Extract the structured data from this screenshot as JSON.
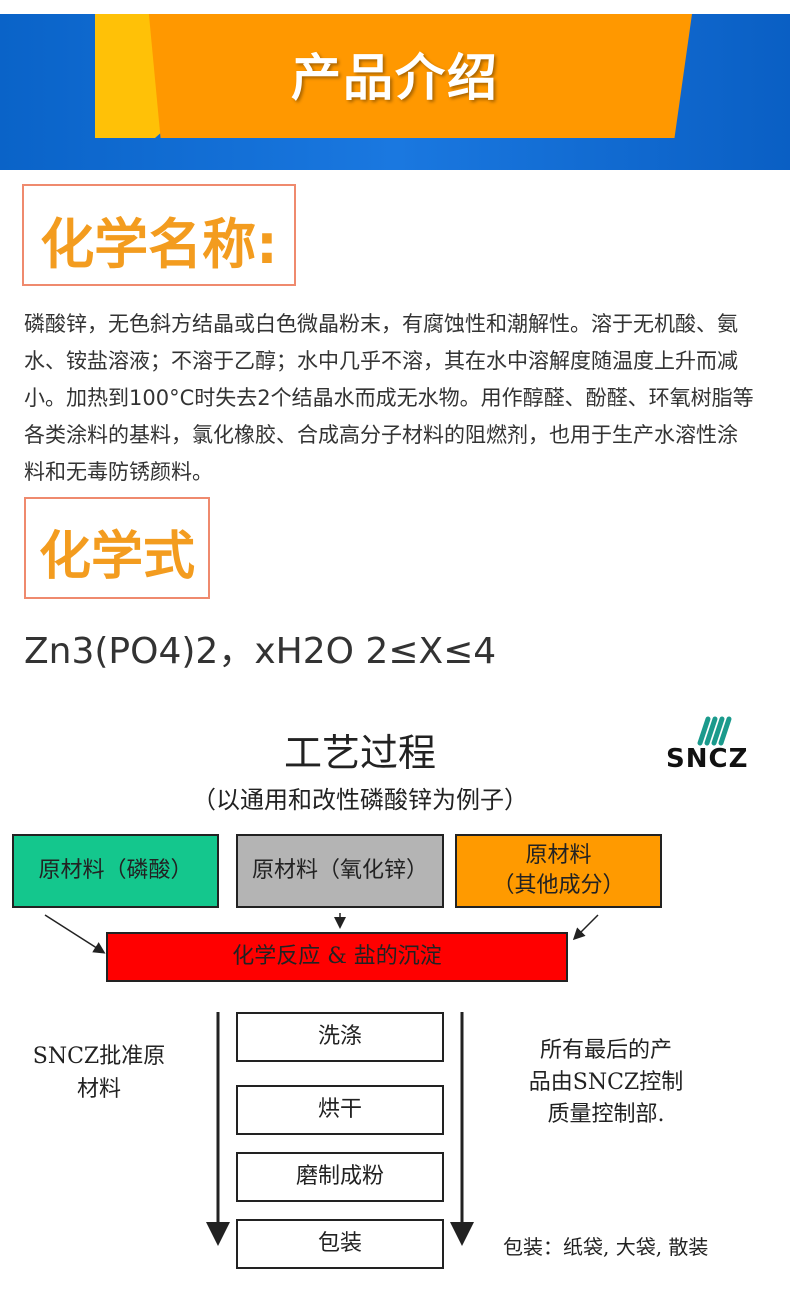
{
  "banner": {
    "title": "产品介绍"
  },
  "sections": {
    "chemical_name": {
      "label": "化学名称:",
      "body": "磷酸锌，无色斜方结晶或白色微晶粉末，有腐蚀性和潮解性。溶于无机酸、氨水、铵盐溶液；不溶于乙醇；水中几乎不溶，其在水中溶解度随温度上升而减小。加热到100°C时失去2个结晶水而成无水物。用作醇醛、酚醛、环氧树脂等各类涂料的基料，氯化橡胶、合成高分子材料的阻燃剂，也用于生产水溶性涂料和无毒防锈颜料。"
    },
    "formula": {
      "label": "化学式",
      "value": "Zn3(PO4)2，xH2O 2≤X≤4"
    }
  },
  "process_diagram": {
    "title": "工艺过程",
    "subtitle": "（以通用和改性磷酸锌为例子）",
    "logo_text": "SNCZ",
    "raw_materials": [
      {
        "label": "原材料（磷酸）",
        "color": "#14c78d"
      },
      {
        "label": "原材料（氧化锌）",
        "color": "#b4b4b4"
      },
      {
        "label": "原材料\n（其他成分）",
        "color": "#ff9a00"
      }
    ],
    "reaction": {
      "label": "化学反应 & 盐的沉淀",
      "color": "#ff0000"
    },
    "steps": [
      "洗涤",
      "烘干",
      "磨制成粉",
      "包装"
    ],
    "left_note": "SNCZ批准原\n材料",
    "right_note": "所有最后的产\n品由SNCZ控制\n质量控制部.",
    "packaging_note": "包装：纸袋, 大袋, 散装"
  }
}
